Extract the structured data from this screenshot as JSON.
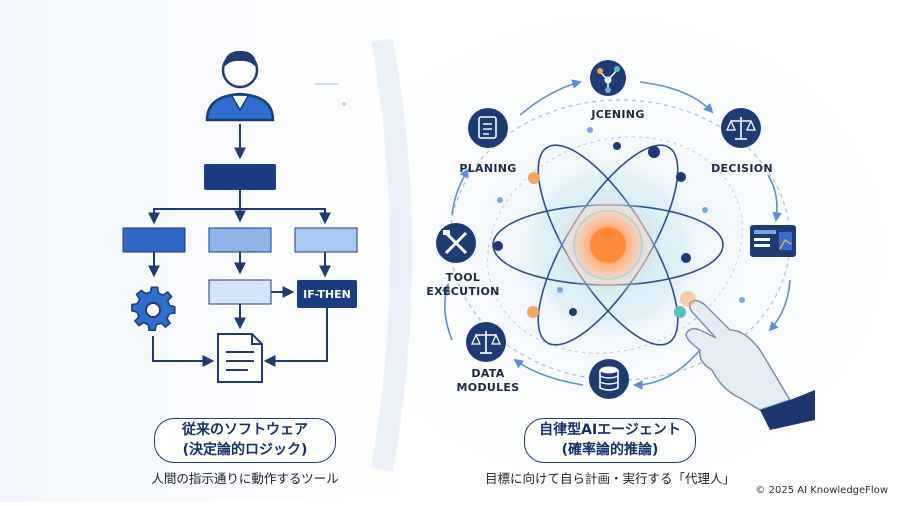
{
  "left": {
    "title_line1": "従来のソフトウェア",
    "title_line2": "(決定論的ロジック)",
    "subtitle": "人間の指示通りに動作するツール",
    "if_then_label": "IF-THEN"
  },
  "right": {
    "title_line1": "自律型AIエージェント",
    "title_line2": "(確率論的推論)",
    "subtitle": "目標に向けて自ら計画・実行する「代理人」",
    "nodes": {
      "learning": "JCENING",
      "planning": "PLANING",
      "decision": "DECISION",
      "tool_line1": "TOOL",
      "tool_line2": "EXECUTION",
      "data_line1": "DATA",
      "data_line2": "MODULES"
    }
  },
  "footer": {
    "copyright": "© 2025 AI KnowledgeFlow"
  },
  "colors": {
    "navy": "#1f3b73",
    "mid_blue": "#2f6fd0",
    "light_blue": "#a9c8f2",
    "glow_orange": "#ff9a57"
  }
}
